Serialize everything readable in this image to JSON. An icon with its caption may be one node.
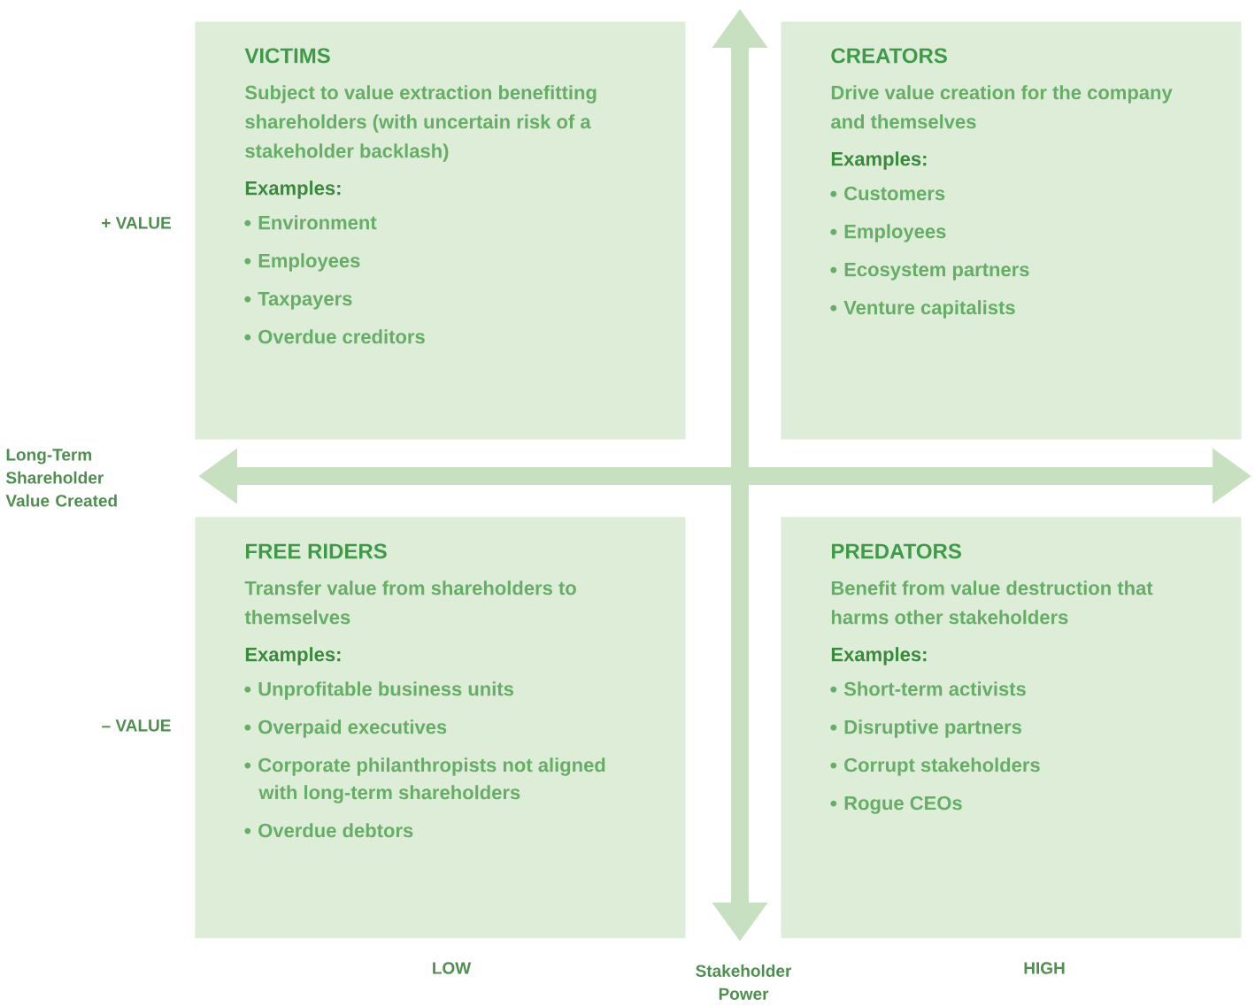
{
  "diagram": {
    "nodes": [
      {
        "text": [
          "VICTIMS",
          "Subject to value extraction benefitting shareholders (with uncertain risk of a stakeholder backlash)",
          "Examples:",
          "Environment",
          "Employees",
          "Taxpayers",
          "Overdue creditors"
        ]
      },
      {
        "text": [
          "CREATORS",
          "Drive value creation for the company and themselves",
          "Examples:",
          "Customers",
          "Employees",
          "Ecosystem partners",
          "Venture capitalists"
        ]
      },
      {
        "text": [
          "FREE RIDERS",
          "Transfer value from shareholders to themselves",
          "Examples:",
          "Unprofitable business units",
          "Overpaid executives",
          "Corporate philanthropists not aligned with long-term shareholders",
          "Overdue debtors"
        ]
      },
      {
        "text": [
          "PREDATORS",
          "Benefit from value destruction that harms other stakeholders",
          "Examples:",
          "Short-term activists",
          "Disruptive partners",
          "Corrupt stakeholders",
          "Rogue CEOs"
        ]
      }
    ],
    "labels": [
      "+ VALUE",
      "Long-Term Shareholder Value Created",
      "– VALUE",
      "LOW",
      "Stakeholder Power",
      "HIGH"
    ]
  }
}
